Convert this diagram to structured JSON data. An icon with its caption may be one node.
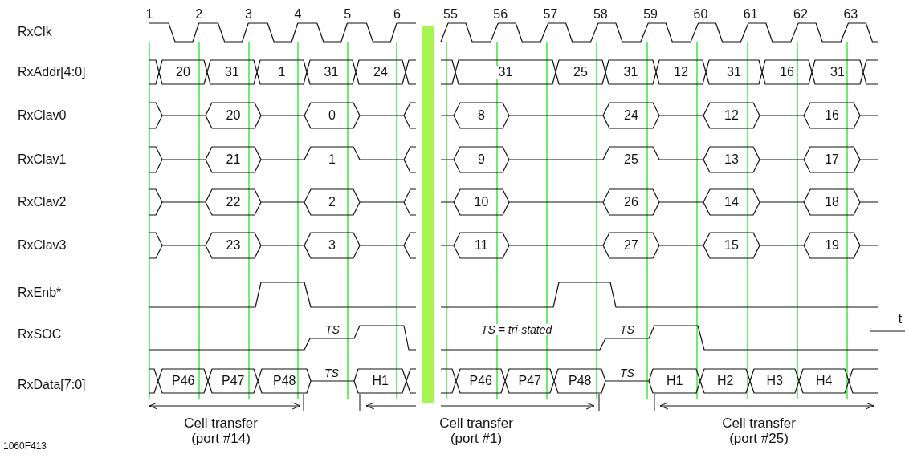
{
  "diagram": {
    "nodes": [
      {
        "text": [],
        "shape": "bar"
      }
    ],
    "labels": [
      "1",
      "2",
      "3",
      "4",
      "5",
      "6",
      "55",
      "56",
      "57",
      "58",
      "59",
      "60",
      "61",
      "62",
      "63",
      "RxClk",
      "RxAddr[4:0]",
      "20",
      "31",
      "1",
      "31",
      "24",
      "31",
      "25",
      "31",
      "12",
      "31",
      "16",
      "31",
      "RxClav0",
      "20",
      "0",
      "8",
      "24",
      "12",
      "16",
      "RxClav1",
      "21",
      "1",
      "9",
      "25",
      "13",
      "17",
      "RxClav2",
      "22",
      "2",
      "10",
      "26",
      "14",
      "18",
      "RxClav3",
      "23",
      "3",
      "11",
      "27",
      "15",
      "19",
      "RxEnb*",
      "RxSOC",
      "TS",
      "TS = tri-stated",
      "TS",
      "t",
      "RxData[7:0]",
      "P46",
      "P47",
      "P48",
      "TS",
      "H1",
      "P46",
      "P47",
      "P48",
      "TS",
      "H1",
      "H2",
      "H3",
      "H4",
      "Cell transfer (port #14)",
      "Cell transfer (port #1)",
      "Cell transfer (port #25)",
      "1060F413"
    ]
  }
}
